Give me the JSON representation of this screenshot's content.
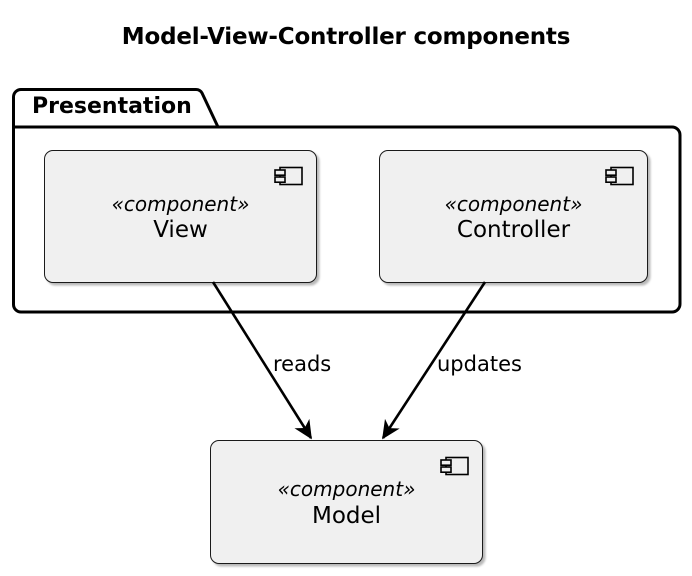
{
  "diagram": {
    "title": "Model-View-Controller components",
    "type": "uml-component-diagram",
    "background": "#FFFFFF",
    "node_fill": "#F0F0F0",
    "node_stroke": "#1A1A1A"
  },
  "package": {
    "name": "Presentation",
    "icon": "package-tab"
  },
  "components": {
    "view": {
      "stereotype": "«component»",
      "name": "View",
      "icon": "uml-component-icon"
    },
    "controller": {
      "stereotype": "«component»",
      "name": "Controller",
      "icon": "uml-component-icon"
    },
    "model": {
      "stereotype": "«component»",
      "name": "Model",
      "icon": "uml-component-icon"
    }
  },
  "connectors": [
    {
      "id": "view-reads-model",
      "label": "reads",
      "source": "View",
      "target": "Model",
      "arrow": "open-filled"
    },
    {
      "id": "controller-updates-model",
      "label": "updates",
      "source": "Controller",
      "target": "Model",
      "arrow": "open-filled"
    }
  ]
}
